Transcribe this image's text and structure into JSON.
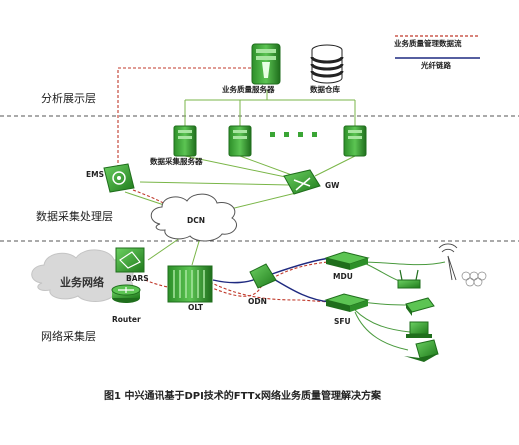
{
  "legend": {
    "dataflow_label": "业务质量管理数据流",
    "fiber_label": "光纤链路",
    "dataflow_color": "#c0392b",
    "fiber_color": "#1f2a80"
  },
  "layers": {
    "analysis": "分析展示层",
    "collection": "数据采集处理层",
    "network": "网络采集层"
  },
  "nodes": {
    "quality_server": "业务质量服务器",
    "data_warehouse": "数据仓库",
    "collection_server": "数据采集服务器",
    "ems": "EMS",
    "gw": "GW",
    "dcn": "DCN",
    "bars": "BARS",
    "router": "Router",
    "olt": "OLT",
    "odn": "ODN",
    "mdu": "MDU",
    "sfu": "SFU",
    "service_network": "业务网络"
  },
  "colors": {
    "equipment_green": "#3aa535",
    "equipment_dark": "#1f6e1c",
    "link_green": "#7ab648"
  },
  "caption": "图1  中兴通讯基于DPI技术的FTTx网络业务质量管理解决方案"
}
